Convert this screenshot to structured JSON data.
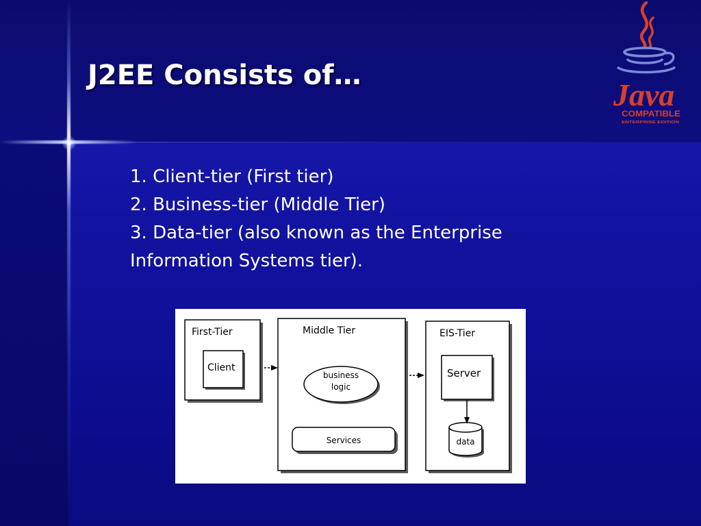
{
  "slide": {
    "title": "J2EE Consists of…",
    "bullets": [
      "1. Client-tier (First tier)",
      "2. Business-tier (Middle Tier)",
      "3. Data-tier (also known as the Enterprise",
      "Information Systems tier)."
    ]
  },
  "logo": {
    "icon": "java-coffee-cup-icon",
    "wordmark": "Java",
    "badge": "COMPATIBLE",
    "tagline": "ENTERPRISE EDITION",
    "colors": {
      "steam": "#d8402a",
      "cup": "#7a8ad8",
      "wordmark": "#d8402a"
    }
  },
  "diagram": {
    "first_tier": {
      "label": "First-Tier",
      "client_label": "Client"
    },
    "middle_tier": {
      "label": "Middle Tier",
      "business_logic_line1": "business",
      "business_logic_line2": "logic",
      "services_label": "Services"
    },
    "eis_tier": {
      "label": "EIS-Tier",
      "server_label": "Server",
      "data_label": "data"
    }
  },
  "colors": {
    "background": "#0a0a8a",
    "title_text": "#ffffff",
    "body_text": "#ffffff"
  }
}
